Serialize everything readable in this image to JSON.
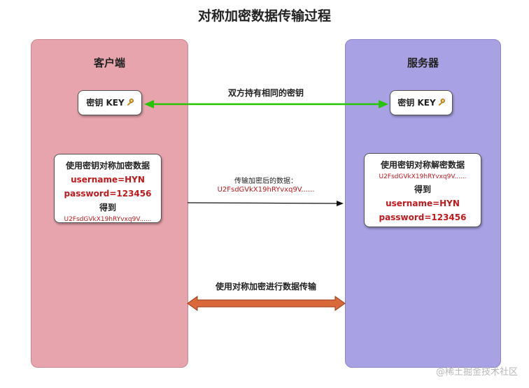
{
  "title": "对称加密数据传输过程",
  "client": {
    "lane_title": "客户端",
    "key_label": "密钥 KEY",
    "process": {
      "heading": "使用密钥对称加密数据",
      "username": "username=HYN",
      "password": "password=123456",
      "result_label": "得到",
      "cipher": "U2FsdGVkX19hRYvxq9V......"
    }
  },
  "server": {
    "lane_title": "服务器",
    "key_label": "密钥 KEY",
    "process": {
      "heading": "使用密钥对称解密数据",
      "cipher": "U2FsdGVkX19hRYvxq9V......",
      "result_label": "得到",
      "username": "username=HYN",
      "password": "password=123456"
    }
  },
  "arrows": {
    "shared_key": "双方持有相同的密钥",
    "transmit_label": "传输加密后的数据：",
    "transmit_cipher": "U2FsdGVkX19hRYvxq9V......",
    "symmetric_transfer": "使用对称加密进行数据传输"
  },
  "colors": {
    "client_lane": "#e8a4ad",
    "server_lane": "#a8a2e4",
    "shared_key_arrow": "#27c400",
    "transfer_arrow": "#d9683a",
    "cipher_text": "#c0191c"
  },
  "watermark": "@稀土掘金技术社区"
}
